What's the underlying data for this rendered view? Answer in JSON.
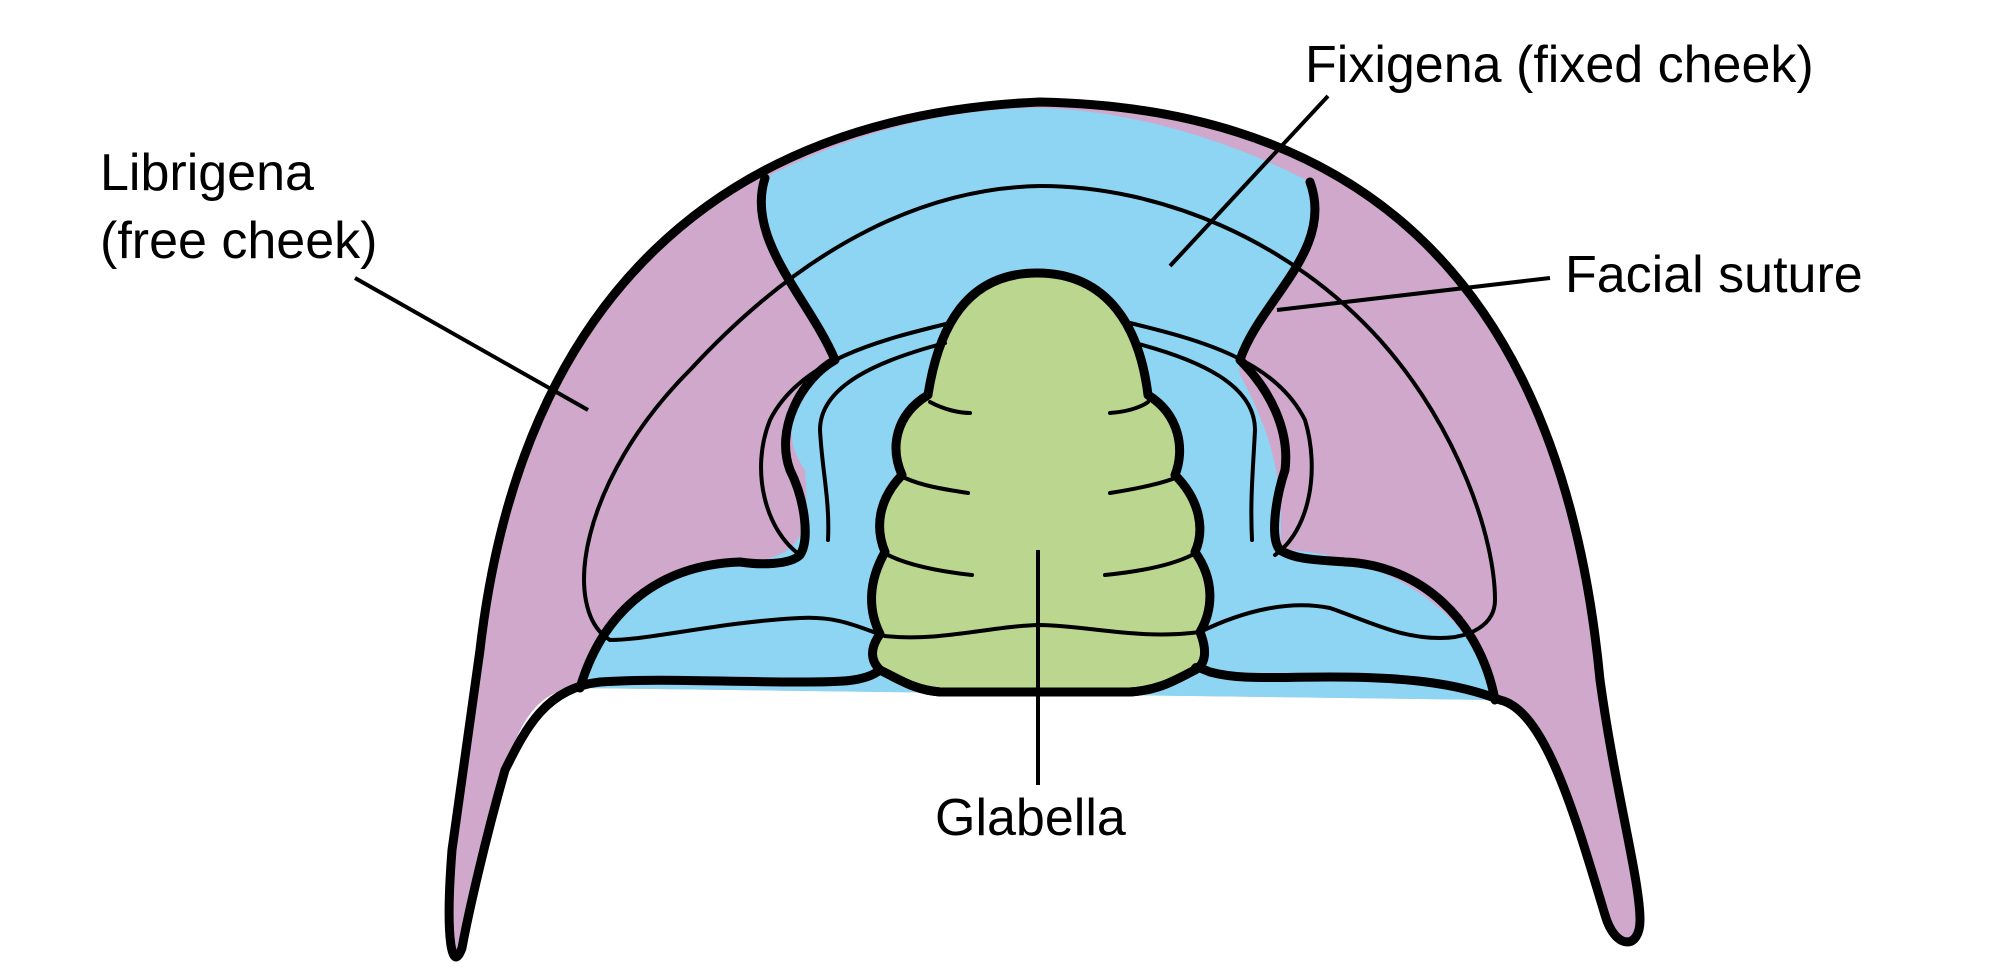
{
  "diagram": {
    "labels": {
      "librigena_line1": "Librigena",
      "librigena_line2": "(free cheek)",
      "fixigena": "Fixigena (fixed cheek)",
      "facial_suture": "Facial suture",
      "glabella": "Glabella"
    },
    "colors": {
      "librigena": "#CFA8CC",
      "fixigena": "#8DD5F2",
      "glabella": "#BBD68E",
      "outline": "#000000",
      "background": "#FFFFFF"
    }
  }
}
